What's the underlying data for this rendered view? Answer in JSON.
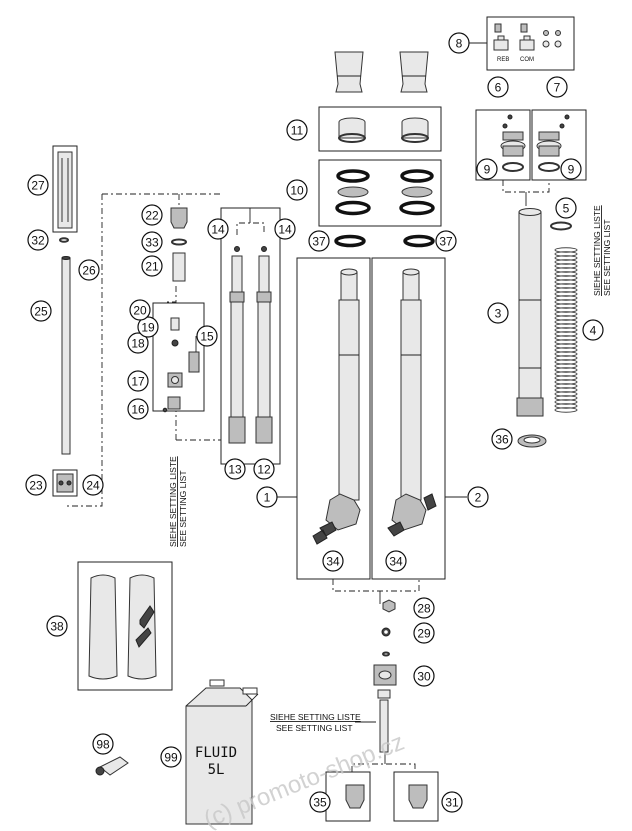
{
  "diagram": {
    "callouts": [
      "1",
      "2",
      "3",
      "4",
      "5",
      "6",
      "7",
      "8",
      "9",
      "10",
      "11",
      "12",
      "13",
      "14",
      "15",
      "16",
      "17",
      "18",
      "19",
      "20",
      "21",
      "22",
      "23",
      "24",
      "25",
      "26",
      "27",
      "28",
      "29",
      "30",
      "31",
      "32",
      "33",
      "34",
      "35",
      "36",
      "37",
      "38",
      "98",
      "99"
    ],
    "setting_notes": {
      "line1": "SIEHE SETTING LISTE",
      "line2": "SEE SETTING LIST"
    },
    "adjuster_labels": {
      "reb": "REB",
      "com": "COM"
    },
    "oil_can": {
      "line1": "FLUID",
      "line2": "5L"
    },
    "watermark": "(c) promoto-shop.cz"
  }
}
